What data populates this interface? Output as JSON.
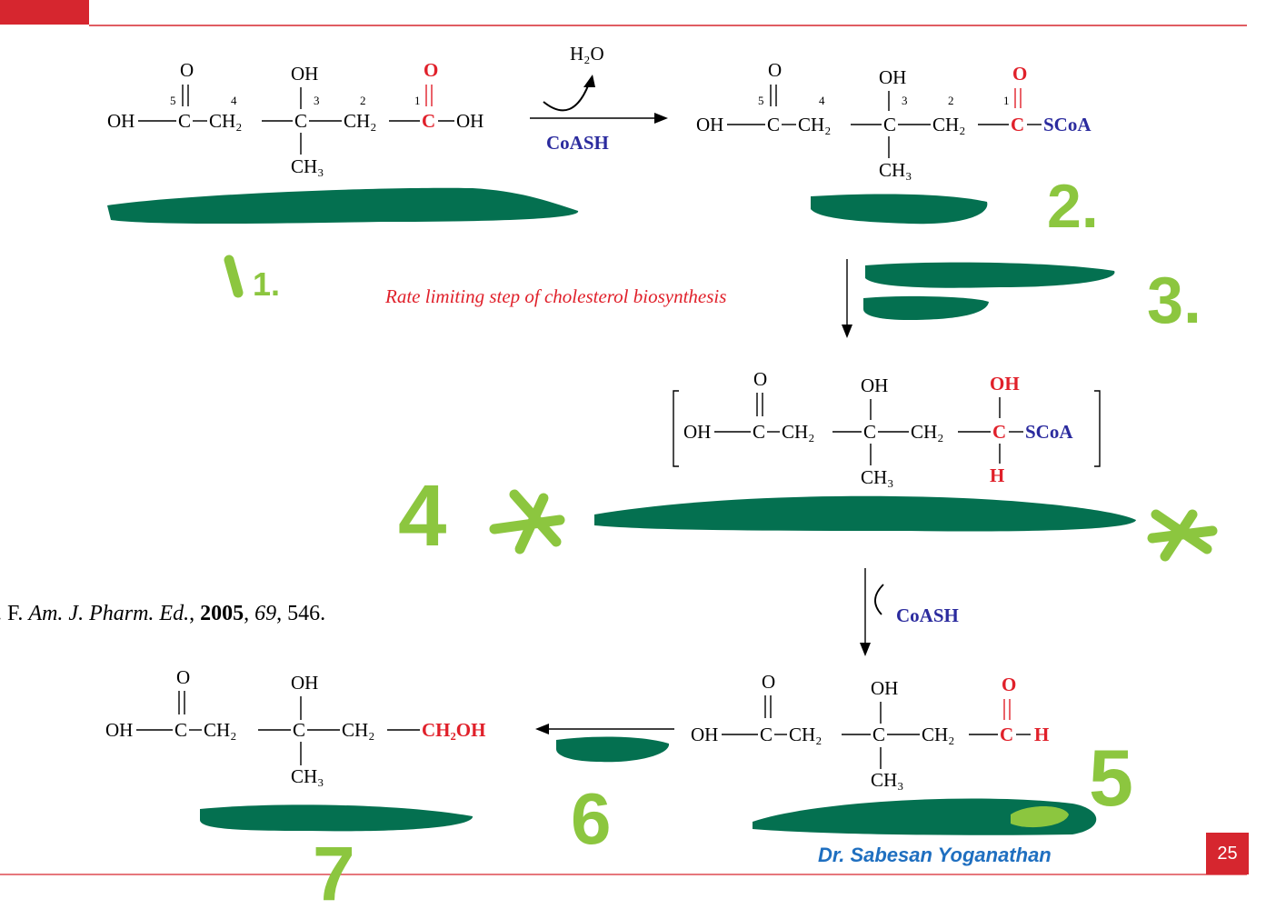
{
  "colors": {
    "accent_red": "#d6262f",
    "reagent_blue": "#2b2b9e",
    "highlight_red": "#e0202a",
    "credit_blue": "#1f6fc0",
    "marker_green": "#8cc63f",
    "redaction_green": "#047050"
  },
  "reaction": {
    "h2o": "H₂O",
    "coash1": "CoASH",
    "rate_limiting": "Rate limiting step of cholesterol biosynthesis",
    "coash2": "CoASH"
  },
  "mol1": {
    "o5": "O",
    "oh3": "OH",
    "o1": "O",
    "n5": "5",
    "n4": "4",
    "n3": "3",
    "n2": "2",
    "n1": "1",
    "oh_left": "OH",
    "c5": "C",
    "ch2_4": "CH₂",
    "c3": "C",
    "ch2_2": "CH₂",
    "c1": "C",
    "oh_right": "OH",
    "ch3": "CH₃"
  },
  "mol2": {
    "o5": "O",
    "oh3": "OH",
    "o1": "O",
    "n5": "5",
    "n4": "4",
    "n3": "3",
    "n2": "2",
    "n1": "1",
    "oh_left": "OH",
    "c5": "C",
    "ch2_4": "CH₂",
    "c3": "C",
    "ch2_2": "CH₂",
    "c1": "C",
    "scoa": "SCoA",
    "ch3": "CH₃"
  },
  "mol3": {
    "o5": "O",
    "oh3": "OH",
    "oh1": "OH",
    "oh_left": "OH",
    "c5": "C",
    "ch2_4": "CH₂",
    "c3": "C",
    "ch2_2": "CH₂",
    "c1": "C",
    "scoa": "SCoA",
    "ch3": "CH₃",
    "h": "H"
  },
  "mol4": {
    "o5": "O",
    "oh3": "OH",
    "o1": "O",
    "oh_left": "OH",
    "c5": "C",
    "ch2_4": "CH₂",
    "c3": "C",
    "ch2_2": "CH₂",
    "c1": "C",
    "h": "H",
    "ch3": "CH₃"
  },
  "mol5": {
    "o5": "O",
    "oh3": "OH",
    "oh_left": "OH",
    "c5": "C",
    "ch2_4": "CH₂",
    "c3": "C",
    "ch2_2": "CH₂",
    "ch2oh": "CH₂OH",
    "ch3": "CH₃"
  },
  "reference": "F. Am. J. Pharm. Ed., 2005, 69, 546.",
  "reference_parts": {
    "prefix": ". F. ",
    "journal": "Am. J. Pharm. Ed.",
    "sep1": ", ",
    "year": "2005",
    "sep2": ", ",
    "volume": "69",
    "pages": ", 546."
  },
  "annotations": {
    "a1": "1.",
    "a2": "2.",
    "a3": "3.",
    "a4": "4",
    "a5": "5",
    "a6": "6",
    "a7": "7"
  },
  "credit": "Dr. Sabesan Yoganathan",
  "page_number": "25"
}
